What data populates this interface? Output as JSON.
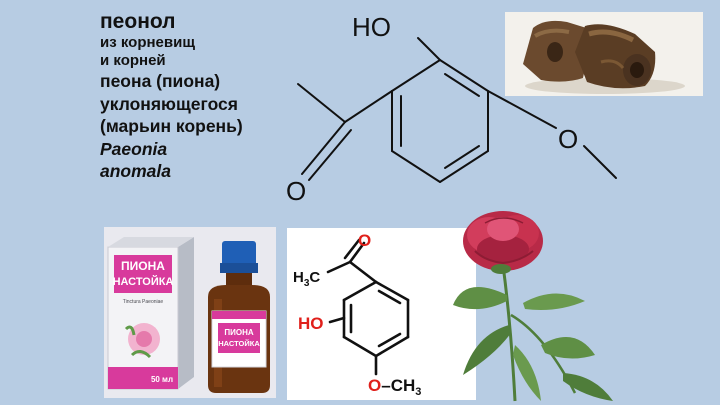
{
  "title": {
    "line1": "пеонол",
    "line2": "из корневищ",
    "line3": "и корней",
    "line4": "пеона (пиона)",
    "line5": "уклоняющегося",
    "line6": "(марьин корень)",
    "latin1": "Paeonia",
    "latin2": "anomala"
  },
  "structure_main": {
    "label_ho": "HO",
    "label_o_carbonyl": "O",
    "label_o_methoxy": "O"
  },
  "box_label": {
    "line1": "ПИОНА",
    "line2": "НАСТОЙКА",
    "latin": "Tinctura Paeoniae",
    "volume": "50 мл"
  },
  "bottle_label": {
    "line1": "ПИОНА",
    "line2": "НАСТОЙКА"
  },
  "structure2": {
    "h3c_h": "H",
    "h3c_3": "3",
    "h3c_c": "C",
    "o_carbonyl": "O",
    "ho": "HO",
    "och3_o": "O",
    "och3_c": "–CH",
    "och3_3": "3"
  },
  "colors": {
    "background": "#b7cce3",
    "heteroatom_red": "#e0201b",
    "flower": "#c8324f"
  }
}
